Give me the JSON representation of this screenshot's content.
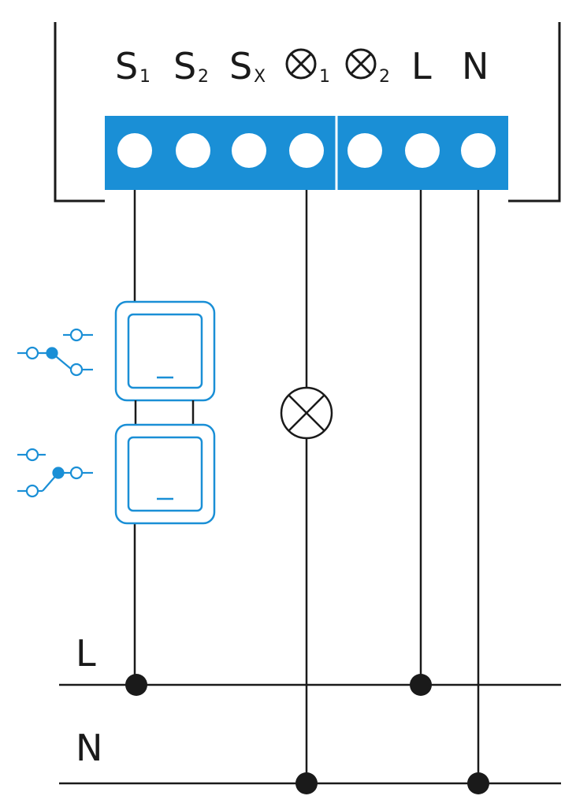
{
  "terminals": [
    {
      "id": "s1",
      "main": "S",
      "sub": "1",
      "kind": "letter"
    },
    {
      "id": "s2",
      "main": "S",
      "sub": "2",
      "kind": "letter"
    },
    {
      "id": "sx",
      "main": "S",
      "sub": "X",
      "kind": "letter"
    },
    {
      "id": "lamp1",
      "main": "",
      "sub": "1",
      "kind": "lamp"
    },
    {
      "id": "lamp2",
      "main": "",
      "sub": "2",
      "kind": "lamp"
    },
    {
      "id": "l",
      "main": "L",
      "sub": "",
      "kind": "letter"
    },
    {
      "id": "n",
      "main": "N",
      "sub": "",
      "kind": "letter"
    }
  ],
  "bus": {
    "l_label": "L",
    "n_label": "N"
  },
  "colors": {
    "terminal_block": "#1a8fd6",
    "switch": "#1a8fd6",
    "wire": "#1a1a1a",
    "terminal_hole": "#ffffff"
  },
  "icons": {
    "lamp": "lamp-symbol-icon",
    "switch_upper": "switch-contact-icon",
    "switch_lower": "switch-contact-icon"
  }
}
